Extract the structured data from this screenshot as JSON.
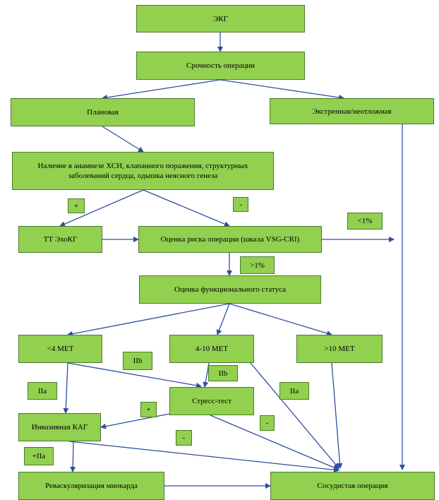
{
  "nodes": {
    "ecg": "ЭКГ",
    "urgency": "Срочность операции",
    "planned": "Плановая",
    "emergency": "Экстренная/неотложная",
    "history": "Наличие в анамнезе ХСН, клапанного поражения, структурных заболеваний сердца, одышка неясного генеза",
    "tte": "ТТ ЭхоКГ",
    "risk": "Оценка риска операции (шкала VSG-CRI)",
    "functional": "Оценка функционального статуса",
    "met_low": "<4 MET",
    "met_mid": "4-10 MET",
    "met_high": ">10 MET",
    "stress": "Стресс-тест",
    "invasive": "Инвазивная КАГ",
    "revasc": "Реваскуляризация миокарда",
    "vascular": "Сосудистая операция"
  },
  "labels": {
    "plus_history": "+",
    "minus_history": "-",
    "lt1": "<1%",
    "gt1": ">1%",
    "iib_low": "IIb",
    "iib_mid": "IIb",
    "iia_low": "IIa",
    "iia_mid": "IIa",
    "plus_stress": "+",
    "minus_stress_a": "-",
    "minus_stress_b": "-",
    "plus_iia": "+IIa"
  },
  "colors": {
    "box": "#92d050",
    "arrow": "#2f4ea1"
  }
}
